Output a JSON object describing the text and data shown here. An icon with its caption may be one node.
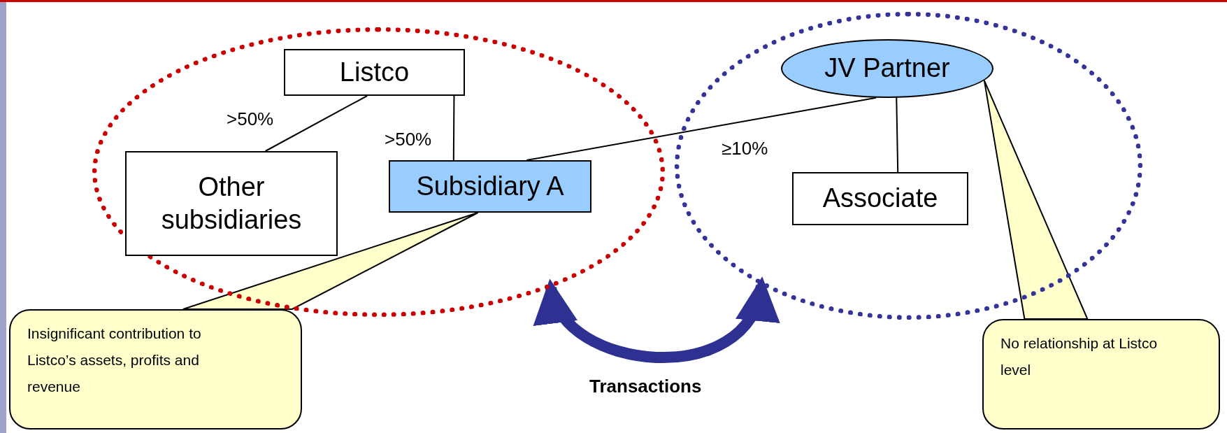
{
  "diagram": {
    "nodes": [
      {
        "text": [],
        "shape": "ellipse"
      },
      {
        "text": [
          "Listco"
        ],
        "in": 0
      },
      {
        "text": [
          "Other subsidiaries"
        ],
        "in": 0
      },
      {
        "text": [
          "Subsidiary A"
        ],
        "in": 0
      },
      {
        "text": [],
        "shape": "ellipse"
      },
      {
        "text": [
          "JV Partner"
        ],
        "in": 4
      },
      {
        "text": [
          "Associate"
        ],
        "in": 4
      },
      {
        "text": [
          "Insignificant contribution to Listco’s assets, profits and revenue"
        ]
      },
      {
        "text": [
          "No relationship at Listco level"
        ]
      }
    ],
    "edges": [
      {
        "from": 1,
        "to": 2,
        "arrow": "none",
        "label": ">50%"
      },
      {
        "from": 1,
        "to": 3,
        "arrow": "none",
        "label": ">50%"
      },
      {
        "from": 5,
        "to": 3,
        "arrow": "none",
        "label": "≥10%"
      },
      {
        "from": 5,
        "to": 6,
        "arrow": "none"
      },
      {
        "from": 7,
        "to": 3,
        "arrow": "none"
      },
      {
        "from": 8,
        "to": 5,
        "arrow": "none"
      },
      {
        "from": 0,
        "to": 4,
        "arrow": "both",
        "label": "Transactions",
        "style": "thick",
        "color": "#2e3192"
      }
    ]
  }
}
